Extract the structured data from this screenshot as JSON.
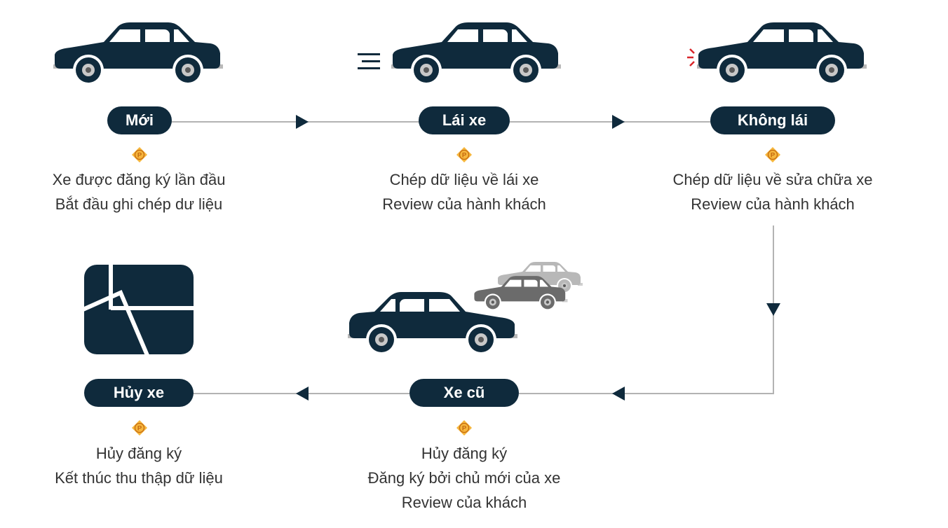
{
  "colors": {
    "navy": "#0f2a3c",
    "connector": "#b3b3b3",
    "badge_fill": "#f6b63c",
    "badge_letter": "#c46a12",
    "gray_car": "#6b6b6b",
    "light_car": "#b8b8b8",
    "tail_light": "#d9252a",
    "head_light": "#f2a81d"
  },
  "badge_letter": "P",
  "stages": [
    {
      "id": "moi",
      "label": "Mới",
      "icon": "new-car-icon",
      "lines": [
        "Xe được đăng ký lần đầu",
        "Bắt đầu ghi chép dư liệu"
      ]
    },
    {
      "id": "lai-xe",
      "label": "Lái xe",
      "icon": "driving-car-icon",
      "lines": [
        "Chép dữ liệu về lái xe",
        "Review của hành khách"
      ]
    },
    {
      "id": "khong-lai",
      "label": "Không lái",
      "icon": "parked-car-icon",
      "lines": [
        "Chép dữ liệu về sửa chữa xe",
        "Review của hành khách"
      ]
    },
    {
      "id": "xe-cu",
      "label": "Xe cũ",
      "icon": "used-cars-icon",
      "lines": [
        "Hủy đăng ký",
        "Đăng ký bởi chủ mới của xe",
        "Review của khách"
      ]
    },
    {
      "id": "huy-xe",
      "label": "Hủy xe",
      "icon": "scrapped-car-icon",
      "lines": [
        "Hủy đăng ký",
        "Kết thúc thu thập dữ liệu"
      ]
    }
  ]
}
